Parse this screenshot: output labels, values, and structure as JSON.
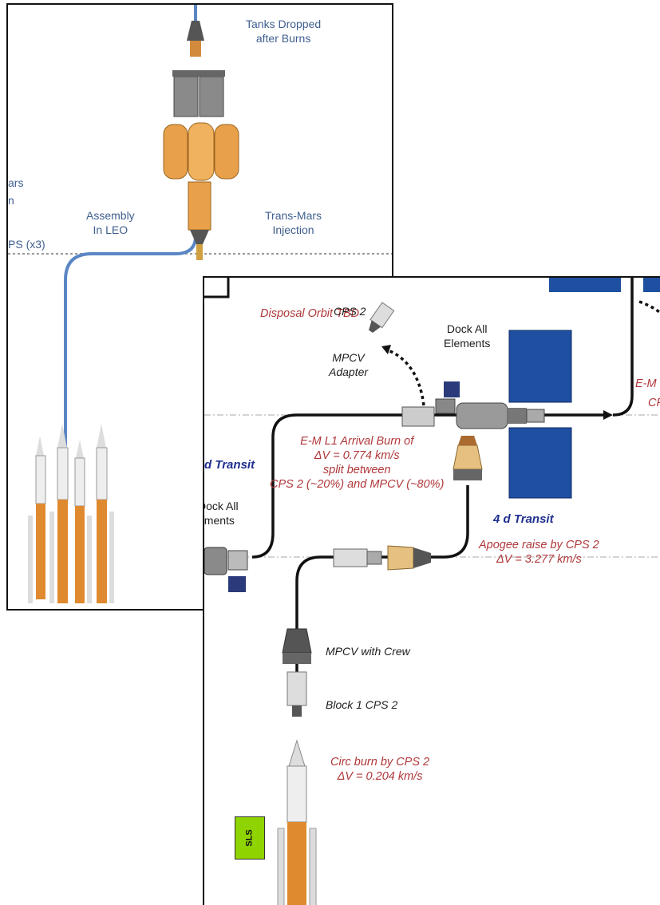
{
  "back_panel": {
    "tanks_dropped": "Tanks Dropped\nafter Burns",
    "mars_partial_1": "ars",
    "mars_partial_2": "n",
    "assembly": "Assembly\nIn LEO",
    "trans_mars": "Trans-Mars\nInjection",
    "cps_partial": "PS (x3)"
  },
  "front_panel": {
    "disposal": "Disposal\nOrbit TBD",
    "cps2_label": "CPS 2",
    "dock_all_top": "Dock All\nElements",
    "mpcv_adapter": "MPCV\nAdapter",
    "em_partial_1": "E-M",
    "em_partial_2": "CP",
    "transit_left": "d Transit",
    "arrival_burn": "E-M L1 Arrival Burn of\nΔV =  0.774 km/s\nsplit between\nCPS 2 (~20%) and MPCV (~80%)",
    "dock_all_left": "Dock All\nements",
    "transit_4d": "4 d Transit",
    "apogee": "Apogee raise by CPS 2\nΔV = 3.277 km/s",
    "mpcv_crew": "MPCV with Crew",
    "block1": "Block 1 CPS 2",
    "circ": "Circ burn by CPS 2\nΔV = 0.204 km/s",
    "sls": "SLS"
  },
  "colors": {
    "path_blue": "#5b86c4",
    "path_black": "#111111",
    "orange_tank": "#e8a04a",
    "solar_blue": "#1f4fa0",
    "sls_green": "#8fd400"
  }
}
